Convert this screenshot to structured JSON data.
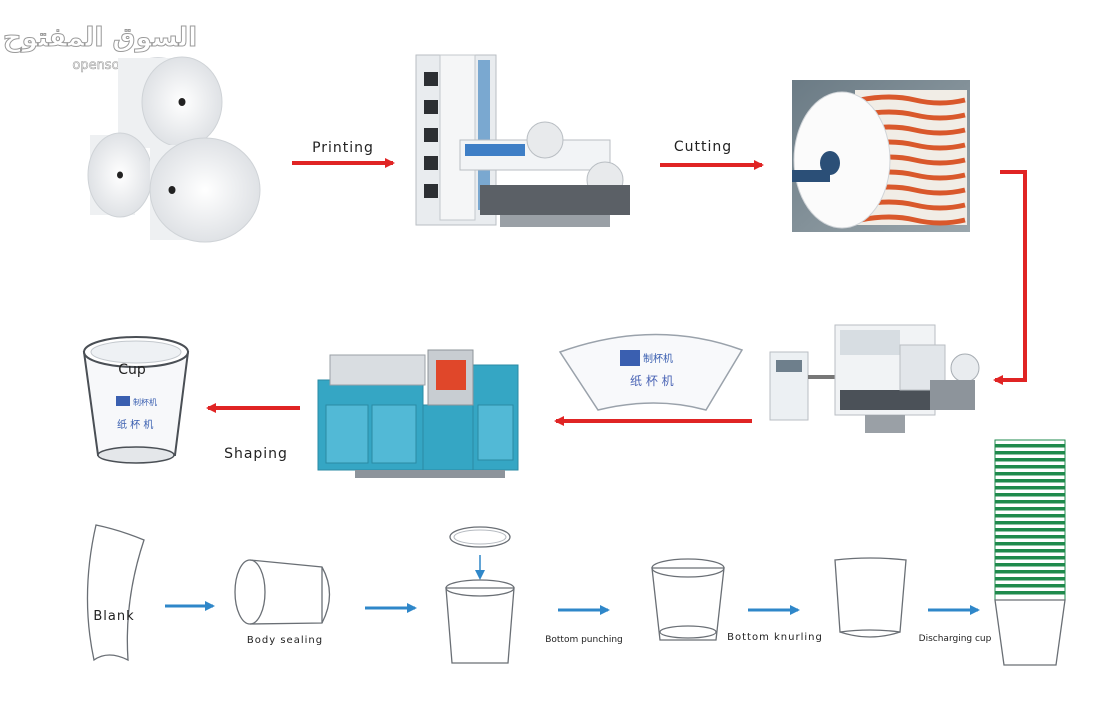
{
  "watermark": {
    "arabic": "السوق المفتوح",
    "latin": "opensooq.com"
  },
  "labels": {
    "printing": "Printing",
    "cutting": "Cutting",
    "cup": "Cup",
    "shaping": "Shaping",
    "blank": "Blank",
    "body_sealing": "Body sealing",
    "bottom_punching": "Bottom punching",
    "bottom_knurling": "Bottom knurling",
    "discharging_cup": "Discharging cup"
  },
  "colors": {
    "arrow_red": "#e02424",
    "arrow_blue": "#2f87c9",
    "machine_teal": "#35a6c4",
    "stack_green": "#1f8a4c",
    "roll_stripe_orange": "#d9582b"
  },
  "icons": [
    "paper-rolls",
    "printing-machine",
    "printed-paper-roll",
    "die-cutting-machine",
    "cup-fan-blank",
    "cup-forming-machine",
    "paper-cup",
    "cup-stack"
  ]
}
